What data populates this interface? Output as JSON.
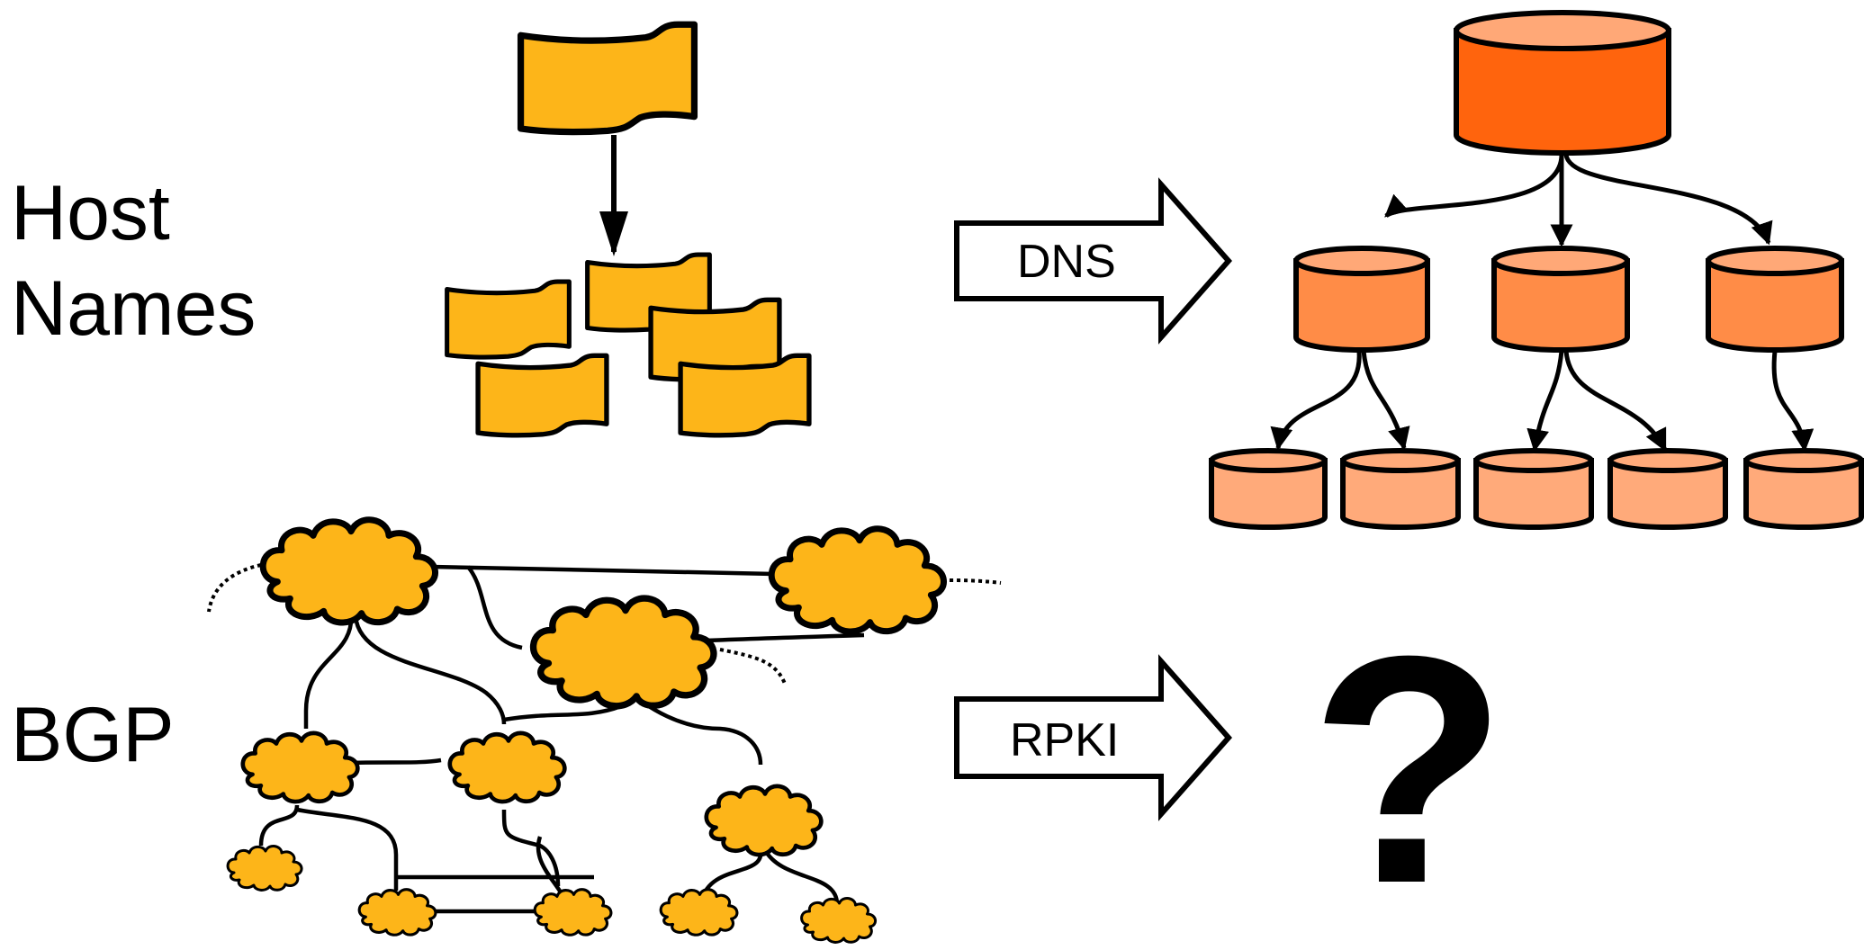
{
  "labels": {
    "host": "Host",
    "names": "Names",
    "bgp": "BGP"
  },
  "arrows": {
    "dns": "DNS",
    "rpki": "RPKI"
  },
  "unknown": "?",
  "colors": {
    "scroll_fill": "#FDB519",
    "cloud_fill": "#FDB519",
    "root_db": "#FF640D",
    "root_db_top": "#FFA877",
    "mid_db": "#FF8C47",
    "leaf_db": "#FFAA7A",
    "stroke": "#000000"
  }
}
